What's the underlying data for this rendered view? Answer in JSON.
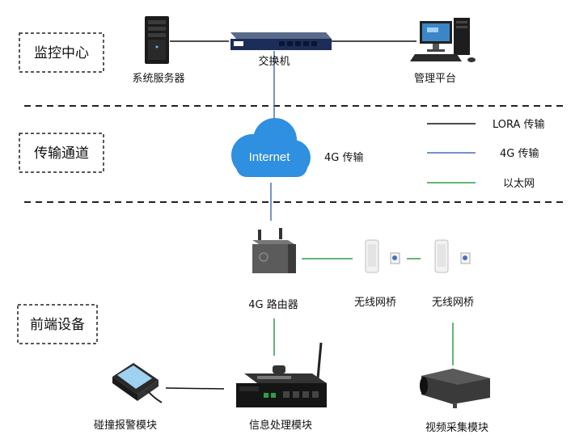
{
  "zones": {
    "monitoring": "监控中心",
    "transport": "传输通道",
    "frontend": "前端设备"
  },
  "devices": {
    "server": "系统服务器",
    "switch": "交换机",
    "platform": "管理平台",
    "cloud": "Internet",
    "router": "4G 路由器",
    "bridge1": "无线网桥",
    "bridge2": "无线网桥",
    "collision": "碰撞报警模块",
    "processor": "信息处理模块",
    "camera": "视频采集模块"
  },
  "link_labels": {
    "cloud_link": "4G 传输"
  },
  "legend": [
    {
      "label": "LORA 传输",
      "color": "#111111"
    },
    {
      "label": "4G 传输",
      "color": "#4a6fb5"
    },
    {
      "label": "以太网",
      "color": "#2e9e4a"
    }
  ],
  "colors": {
    "lora": "#111111",
    "g4": "#4a6fb5",
    "ethernet": "#2e9e4a",
    "cloud": "#2f8fe0"
  }
}
